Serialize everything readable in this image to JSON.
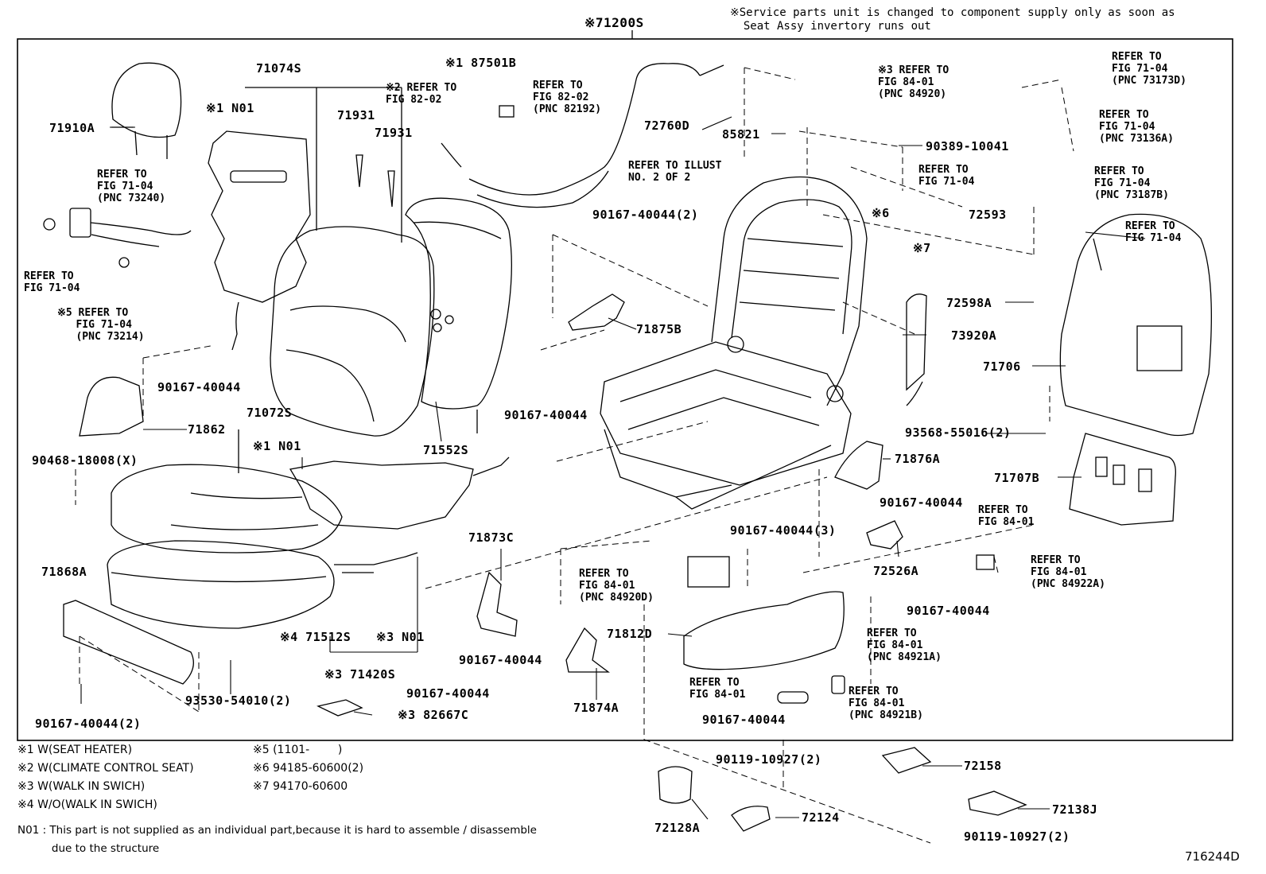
{
  "header": {
    "assy_label": "※71200S",
    "service_note": "※Service parts unit is changed to component supply only as soon as\n  Seat Assy invertory runs out"
  },
  "parts": [
    {
      "id": "71910A"
    },
    {
      "id": "71074S"
    },
    {
      "id": "※1 N01"
    },
    {
      "id": "71931"
    },
    {
      "id": "71931"
    },
    {
      "id": "※1 87501B"
    },
    {
      "id": "72760D"
    },
    {
      "id": "85821"
    },
    {
      "id": "90389-10041"
    },
    {
      "id": "※6"
    },
    {
      "id": "※7"
    },
    {
      "id": "72593"
    },
    {
      "id": "72598A"
    },
    {
      "id": "73920A"
    },
    {
      "id": "71706"
    },
    {
      "id": "90167-40044(2)"
    },
    {
      "id": "71875B"
    },
    {
      "id": "90167-40044"
    },
    {
      "id": "90167-40044"
    },
    {
      "id": "71862"
    },
    {
      "id": "71072S"
    },
    {
      "id": "※1 N01"
    },
    {
      "id": "71552S"
    },
    {
      "id": "90468-18008(X)"
    },
    {
      "id": "93568-55016(2)"
    },
    {
      "id": "71876A"
    },
    {
      "id": "71707B"
    },
    {
      "id": "90167-40044"
    },
    {
      "id": "90167-40044(3)"
    },
    {
      "id": "71868A"
    },
    {
      "id": "71873C"
    },
    {
      "id": "72526A"
    },
    {
      "id": "90167-40044"
    },
    {
      "id": "71812D"
    },
    {
      "id": "※4 71512S"
    },
    {
      "id": "※3 N01"
    },
    {
      "id": "※3 71420S"
    },
    {
      "id": "90167-40044"
    },
    {
      "id": "90167-40044"
    },
    {
      "id": "71874A"
    },
    {
      "id": "93530-54010(2)"
    },
    {
      "id": "※3 82667C"
    },
    {
      "id": "90167-40044(2)"
    },
    {
      "id": "90167-40044"
    },
    {
      "id": "90119-10927(2)"
    },
    {
      "id": "72158"
    },
    {
      "id": "72138J"
    },
    {
      "id": "72128A"
    },
    {
      "id": "72124"
    },
    {
      "id": "90119-10927(2)"
    }
  ],
  "refs": [
    {
      "text": "REFER TO\nFIG 71-04\n(PNC 73240)"
    },
    {
      "text": "REFER TO\nFIG 71-04"
    },
    {
      "text": "※5 REFER TO\n   FIG 71-04\n   (PNC 73214)"
    },
    {
      "text": "※2 REFER TO\nFIG 82-02"
    },
    {
      "text": "REFER TO\nFIG 82-02\n(PNC 82192)"
    },
    {
      "text": "REFER TO ILLUST\nNO. 2 OF 2"
    },
    {
      "text": "※3 REFER TO\nFIG 84-01\n(PNC 84920)"
    },
    {
      "text": "REFER TO\nFIG 71-04\n(PNC 73173D)"
    },
    {
      "text": "REFER TO\nFIG 71-04\n(PNC 73136A)"
    },
    {
      "text": "REFER TO\nFIG 71-04"
    },
    {
      "text": "REFER TO\nFIG 71-04\n(PNC 73187B)"
    },
    {
      "text": "REFER TO\nFIG 71-04"
    },
    {
      "text": "REFER TO\nFIG 84-01"
    },
    {
      "text": "REFER TO\nFIG 84-01\n(PNC 84922A)"
    },
    {
      "text": "REFER TO\nFIG 84-01\n(PNC 84920D)"
    },
    {
      "text": "REFER TO\nFIG 84-01\n(PNC 84921A)"
    },
    {
      "text": "REFER TO\nFIG 84-01"
    },
    {
      "text": "REFER TO\nFIG 84-01\n(PNC 84921B)"
    }
  ],
  "footnotes": {
    "col1": "※1 W(SEAT HEATER)\n※2 W(CLIMATE CONTROL SEAT)\n※3 W(WALK IN SWICH)\n※4 W/O(WALK IN SWICH)",
    "col2": "※5 (1101-        )\n※6 94185-60600(2)\n※7 94170-60600",
    "n01": "N01 : This part is not supplied as an individual part,because it is hard to assemble / disassemble\n          due to the structure"
  },
  "figure_id": "716244D"
}
